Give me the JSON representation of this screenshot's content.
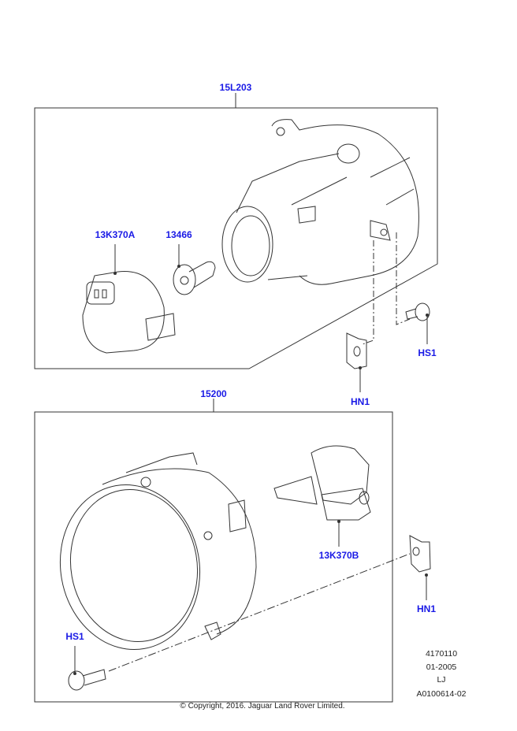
{
  "callouts": {
    "assembly_top": "15L203",
    "connector_top": "13K370A",
    "bulb_top": "13466",
    "screw_top": "HS1",
    "nut_top": "HN1",
    "assembly_bottom": "15200",
    "bulb_bottom": "13K370B",
    "nut_bottom": "HN1",
    "screw_bottom": "HS1"
  },
  "reference": {
    "number": "4170110",
    "date": "01-2005",
    "initials": "LJ",
    "illustration_id": "A0100614-02"
  },
  "copyright": "© Copyright, 2016. Jaguar Land Rover Limited."
}
